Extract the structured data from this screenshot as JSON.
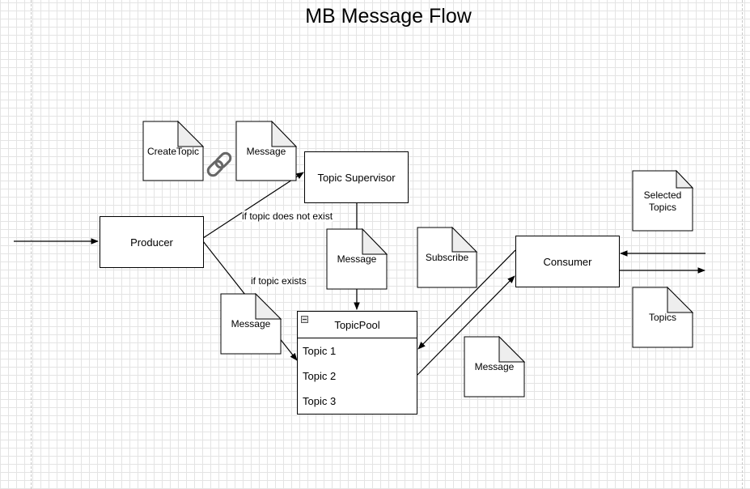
{
  "title": "MB Message Flow",
  "nodes": {
    "producer": "Producer",
    "topic_supervisor": "Topic Supervisor",
    "consumer": "Consumer"
  },
  "notes": {
    "create_topic": "CreateTopic",
    "message_top": "Message",
    "message_supervisor": "Message",
    "subscribe": "Subscribe",
    "message_left": "Message",
    "message_consumer": "Message",
    "selected_topics": "Selected\nTopics",
    "topics": "Topics"
  },
  "edge_labels": {
    "not_exist": "if topic does not exist",
    "exists": "if topic exists"
  },
  "topic_pool": {
    "header": "TopicPool",
    "items": [
      "Topic 1",
      "Topic 2",
      "Topic 3"
    ]
  },
  "icons": {
    "link": "link-icon",
    "collapse": "collapse-icon"
  },
  "colors": {
    "stroke": "#000000",
    "grid": "#e4e4e4",
    "note_fold": "#eeeeee",
    "link_icon": "#666666"
  }
}
